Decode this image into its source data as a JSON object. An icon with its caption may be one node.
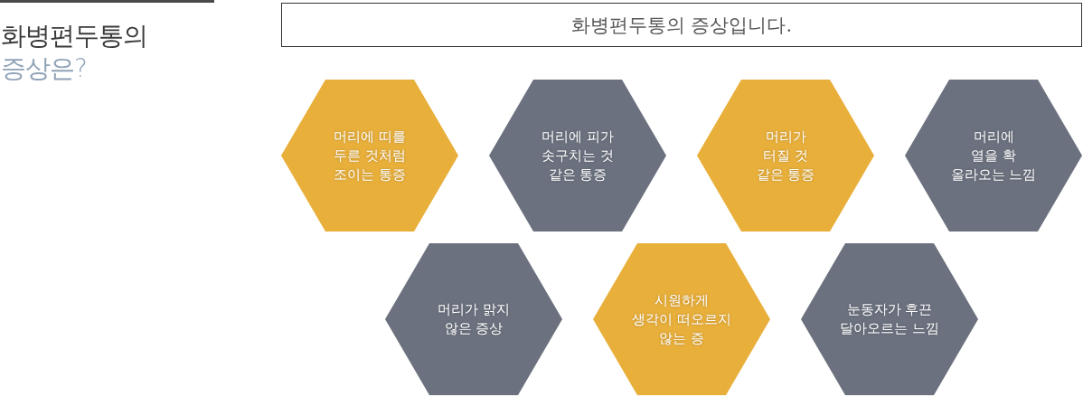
{
  "diagram": {
    "title": "화병편두통의 증상은?",
    "nodes": [
      {
        "text": [
          "화병편두통의 증상입니다."
        ]
      },
      {
        "text": [
          "머리에 띠를 두른 것처럼 조이는 통증"
        ]
      },
      {
        "text": [
          "머리에 피가 솟구치는 것 같은 통증"
        ]
      },
      {
        "text": [
          "머리가 터질 것 같은 통증"
        ]
      },
      {
        "text": [
          "머리에 열을 확 올라오는 느낌"
        ]
      },
      {
        "text": [
          "머리가 맑지 않은 증상"
        ]
      },
      {
        "text": [
          "시원하게 생각이 떠오르지 않는 증"
        ]
      },
      {
        "text": [
          "눈동자가 후끈 달아오르는 느낌"
        ]
      }
    ]
  }
}
